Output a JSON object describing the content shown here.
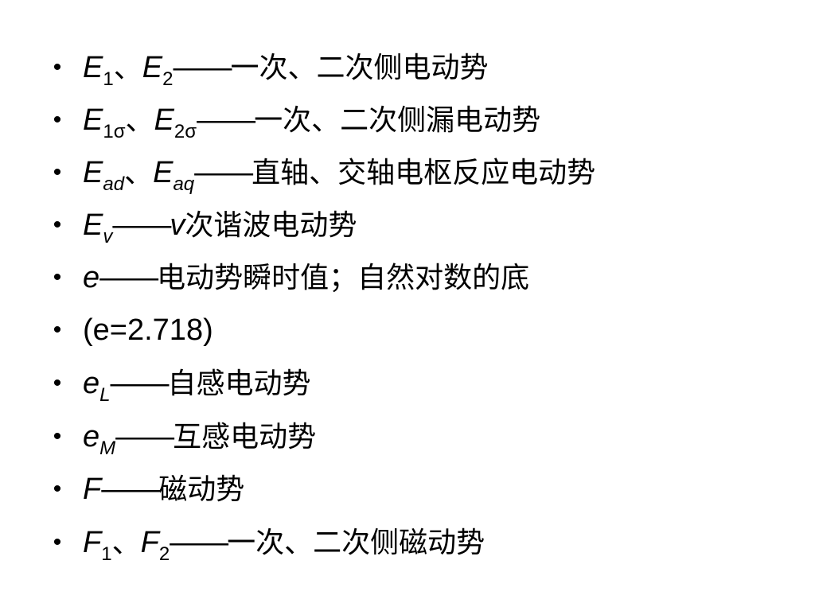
{
  "items": [
    {
      "sym1": "E",
      "sub1": "1",
      "sep": "、",
      "sym2": "E",
      "sub2": "2",
      "dash": "——",
      "desc": "一次、二次侧电动势"
    },
    {
      "sym1": "E",
      "sub1": "1σ",
      "sep": "、",
      "sym2": "E",
      "sub2": "2σ",
      "dash": "——",
      "desc": "一次、二次侧漏电动势"
    },
    {
      "sym1": "E",
      "sub1": "ad",
      "sep": "、",
      "sym2": "E",
      "sub2": "aq",
      "dash": "——",
      "desc": "直轴、交轴电枢反应电动势"
    },
    {
      "sym1": "E",
      "sub1": "v",
      "dash": "——",
      "sym_inline": "v",
      "desc": "次谐波电动势"
    },
    {
      "sym1": "e",
      "dash": "——",
      "desc": "电动势瞬时值；自然对数的底"
    },
    {
      "text": "(e=2.718)"
    },
    {
      "sym1": "e",
      "sub1": "L",
      "dash": "——",
      "desc": "自感电动势"
    },
    {
      "sym1": "e",
      "sub1": "M",
      "dash": "——",
      "desc": "互感电动势"
    },
    {
      "sym1": "F",
      "dash": "——",
      "desc": "磁动势"
    },
    {
      "sym1": "F",
      "sub1": "1",
      "sep": "、",
      "sym2": "F",
      "sub2": "2",
      "dash": "——",
      "desc": "一次、二次侧磁动势"
    }
  ],
  "bullet_char": "•"
}
